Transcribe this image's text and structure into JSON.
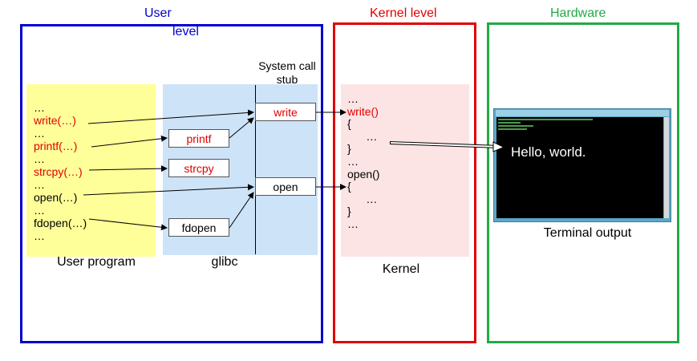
{
  "colors": {
    "user": "#0000cc",
    "kernel": "#e00000",
    "hardware": "#22aa44",
    "user_prog_bg": "#ffff99",
    "glibc_bg": "#cde3f8",
    "kernel_bg": "#fde4e4",
    "terminal_bg": "#000000",
    "code_red": "#e00000"
  },
  "headers": {
    "user_line1": "User",
    "user_line2": "level",
    "kernel": "Kernel level",
    "hardware": "Hardware"
  },
  "user_program": {
    "caption": "User program",
    "lines": [
      {
        "text": "…",
        "color": "black"
      },
      {
        "text": "write(…)",
        "color": "red"
      },
      {
        "text": "…",
        "color": "black"
      },
      {
        "text": "printf(…)",
        "color": "red"
      },
      {
        "text": "…",
        "color": "black"
      },
      {
        "text": "strcpy(…)",
        "color": "red"
      },
      {
        "text": "…",
        "color": "black"
      },
      {
        "text": "open(…)",
        "color": "black"
      },
      {
        "text": "…",
        "color": "black"
      },
      {
        "text": "fdopen(…)",
        "color": "black"
      },
      {
        "text": "…",
        "color": "black"
      }
    ]
  },
  "glibc": {
    "caption": "glibc",
    "functions": [
      {
        "label": "printf",
        "color": "red"
      },
      {
        "label": "strcpy",
        "color": "red"
      },
      {
        "label": "fdopen",
        "color": "black"
      }
    ]
  },
  "syscall_stub": {
    "label_line1": "System call",
    "label_line2": "stub",
    "entries": [
      {
        "label": "write",
        "color": "red"
      },
      {
        "label": "open",
        "color": "black"
      }
    ]
  },
  "kernel": {
    "caption": "Kernel",
    "lines": [
      {
        "text": "…",
        "color": "black"
      },
      {
        "text": "write()",
        "color": "red"
      },
      {
        "text": "{",
        "color": "black"
      },
      {
        "text": "      …",
        "color": "black"
      },
      {
        "text": "}",
        "color": "black"
      },
      {
        "text": "…",
        "color": "black"
      },
      {
        "text": "open()",
        "color": "black"
      },
      {
        "text": "{",
        "color": "black"
      },
      {
        "text": "      …",
        "color": "black"
      },
      {
        "text": "}",
        "color": "black"
      },
      {
        "text": "…",
        "color": "black"
      }
    ]
  },
  "terminal": {
    "caption": "Terminal output",
    "output_text": "Hello, world."
  }
}
